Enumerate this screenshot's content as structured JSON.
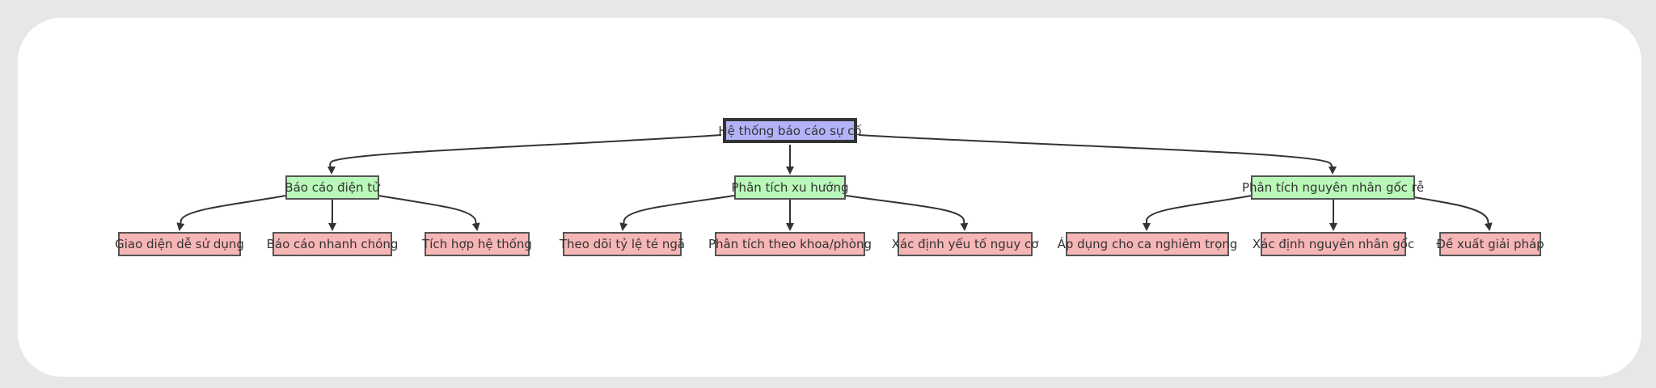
{
  "diagram": {
    "root": {
      "id": "root",
      "label": "Hệ thống báo cáo sự cố"
    },
    "branches": [
      {
        "id": "b1",
        "label": "Báo cáo điện tử",
        "children": [
          {
            "id": "l1",
            "label": "Giao diện dễ sử dụng"
          },
          {
            "id": "l2",
            "label": "Báo cáo nhanh chóng"
          },
          {
            "id": "l3",
            "label": "Tích hợp hệ thống"
          }
        ]
      },
      {
        "id": "b2",
        "label": "Phân tích xu hướng",
        "children": [
          {
            "id": "l4",
            "label": "Theo dõi tỷ lệ té ngã"
          },
          {
            "id": "l5",
            "label": "Phân tích theo khoa/phòng"
          },
          {
            "id": "l6",
            "label": "Xác định yếu tố nguy cơ"
          }
        ]
      },
      {
        "id": "b3",
        "label": "Phân tích nguyên nhân gốc rễ",
        "children": [
          {
            "id": "l7",
            "label": "Áp dụng cho ca nghiêm trọng"
          },
          {
            "id": "l8",
            "label": "Xác định nguyên nhân gốc"
          },
          {
            "id": "l9",
            "label": "Đề xuất giải pháp"
          }
        ]
      }
    ],
    "colors": {
      "root_fill": "#b3b3f9",
      "branch_fill": "#b9f8b9",
      "leaf_fill": "#f7b6b6",
      "edge": "#333333"
    }
  }
}
